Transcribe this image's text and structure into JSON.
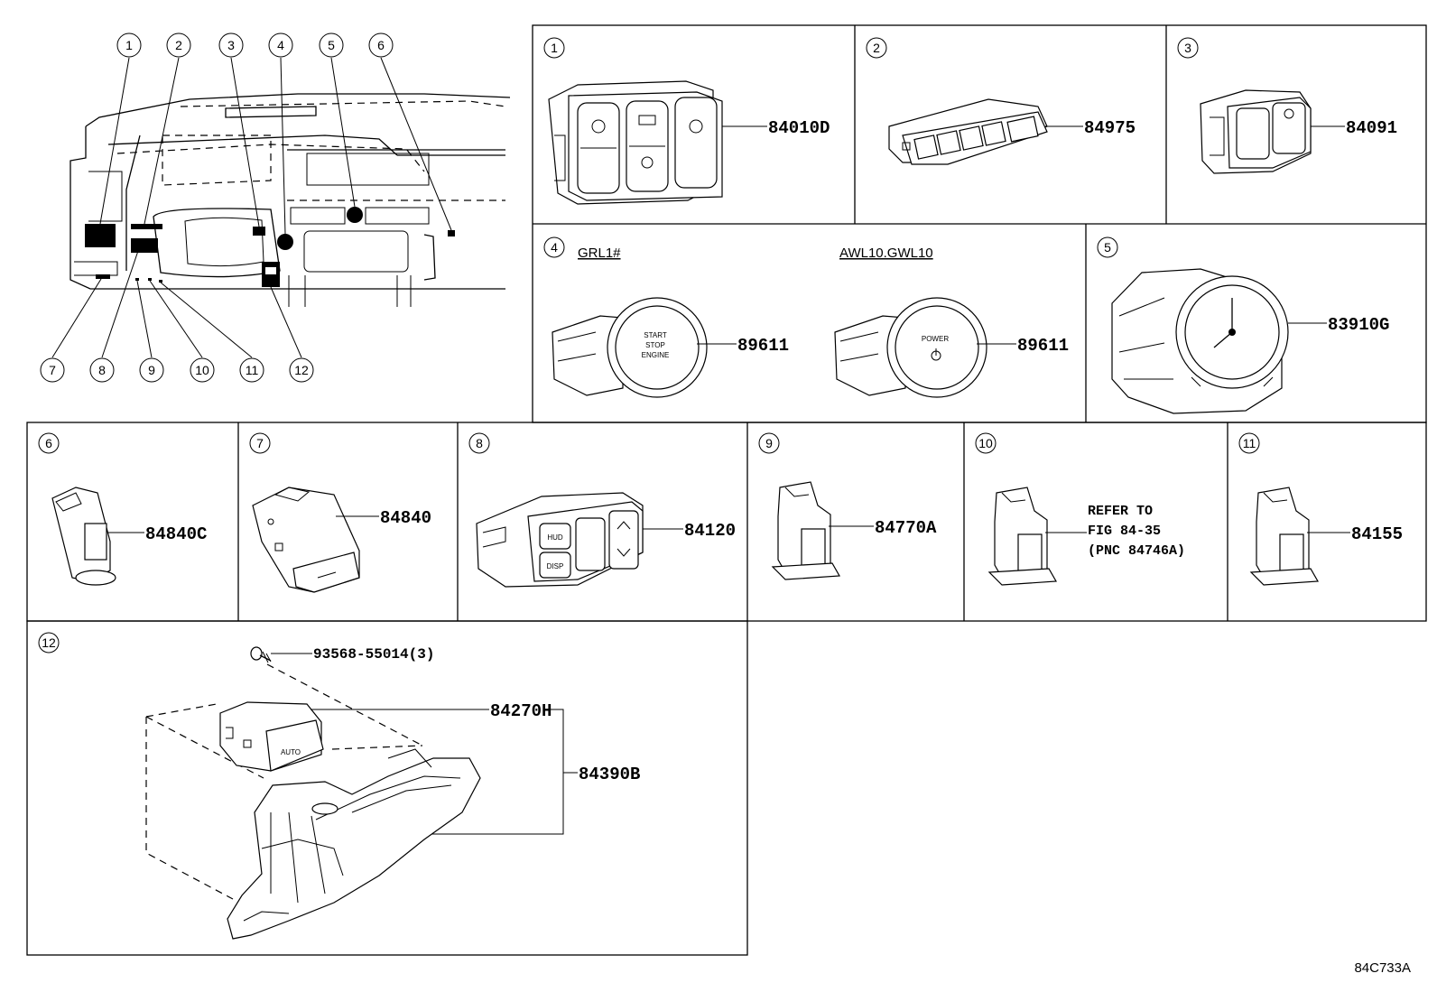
{
  "overview": {
    "callouts_top": [
      "1",
      "2",
      "3",
      "4",
      "5",
      "6"
    ],
    "callouts_bottom": [
      "7",
      "8",
      "9",
      "10",
      "11",
      "12"
    ]
  },
  "panels": [
    {
      "num": "1",
      "part": "84010D"
    },
    {
      "num": "2",
      "part": "84975"
    },
    {
      "num": "3",
      "part": "84091"
    },
    {
      "num": "4",
      "variant_a": "GRL1#",
      "part_a": "89611",
      "variant_b": "AWL10.GWL10",
      "part_b": "89611",
      "button_a_label": [
        "START",
        "STOP",
        "ENGINE"
      ],
      "button_b_label": "POWER"
    },
    {
      "num": "5",
      "part": "83910G"
    },
    {
      "num": "6",
      "part": "84840C"
    },
    {
      "num": "7",
      "part": "84840"
    },
    {
      "num": "8",
      "part": "84120",
      "key_a": "HUD",
      "key_b": "DISP"
    },
    {
      "num": "9",
      "part": "84770A"
    },
    {
      "num": "10",
      "note": [
        "REFER TO",
        "FIG 84-35",
        "(PNC 84746A)"
      ]
    },
    {
      "num": "11",
      "part": "84155"
    },
    {
      "num": "12",
      "screw": "93568-55014(3)",
      "switch": "84270H",
      "assembly": "84390B",
      "switch_label": "AUTO"
    }
  ],
  "diagram_code": "84C733A"
}
